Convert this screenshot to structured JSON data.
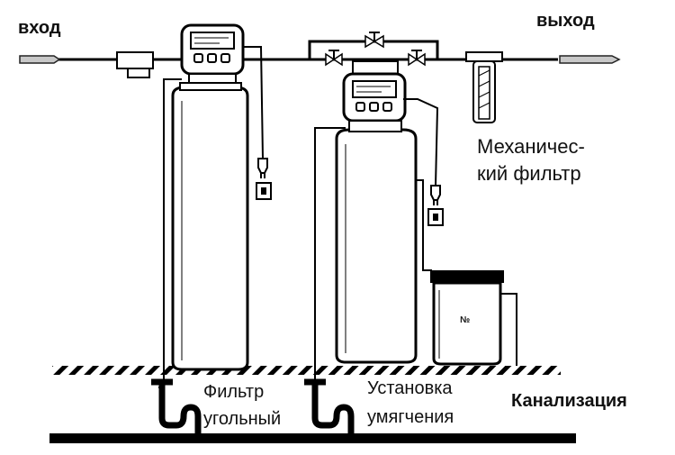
{
  "labels": {
    "inlet": "вход",
    "outlet": "выход",
    "mech_filter_line1": "Механичес-",
    "mech_filter_line2": "кий фильтр",
    "carbon_line1": "Фильтр",
    "carbon_line2": "угольный",
    "softener_line1": "Установка",
    "softener_line2": "умягчения",
    "sewer": "Канализация",
    "tank_mark": "№"
  },
  "colors": {
    "line": "#000000",
    "arrow_fill": "#c8c8c8",
    "tank_fill": "#ffffff",
    "background": "#ffffff"
  }
}
